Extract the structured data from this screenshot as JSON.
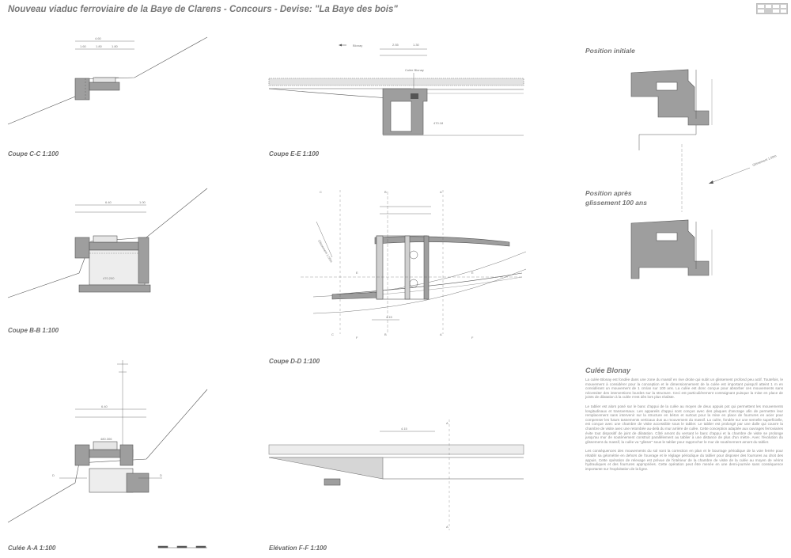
{
  "title": "Nouveau viaduc ferroviaire de la Baye de Clarens - Concours - Devise: \"La Baye des bois\"",
  "drawings": {
    "coupe_cc": "Coupe C-C 1:100",
    "coupe_ee": "Coupe E-E 1:100",
    "coupe_bb": "Coupe B-B 1:100",
    "coupe_dd": "Coupe D-D 1:100",
    "culee_aa": "Culée A-A 1:100",
    "elevation_ff": "Elévation F-F 1:100"
  },
  "right_panel": {
    "position_initiale": "Position initiale",
    "position_apres_1": "Position après",
    "position_apres_2": "glissement 100 ans",
    "glissement": "Glissement 1.00m"
  },
  "labels": {
    "blonay_arrow": "Blonay",
    "culee_blonay_tag": "Culée Blonay",
    "glissement_dd": "Glissement 1.00m"
  },
  "section": {
    "heading": "Culée Blonay",
    "paragraphs": [
      "La culée Blonay est fondée dans une zone du massif en rive droite qui subit un glissement profond peu actif. Toutefois, le mouvement à considérer pour la conception et le dimensionnement de la culée est important puisqu'il atteint 1 m en considérant un mouvement de 1 cm/an sur 100 ans. La culée est donc conçue pour absorber ces mouvements sans nécessiter des interventions lourdes sur la structure. Ceci est particulièrement contraignant puisque la mise en place de joints de dilatation à la culée n'est dès lors plus réaliste.",
      "Le tablier est alors posé sur le banc d'appui de la culée au moyen de deux appuis pot qui permettent les mouvements longitudinaux et transversaux. Les appareils d'appui sont conçus avec des plaques d'ancrage afin de permettre leur remplacement sans intervenir sur la structure en béton et surtout pour la mise en place de fourrures en acier pour compenser les futurs tassements verticaux dus au mouvement du massif. La culée, fondée sur une semelle superficielle, est conçue avec une chambre de visite accessible sous le tablier. Le tablier est prolongé par une dalle qui couvre la chambre de visite avec une retombée au-delà du mur arrière de culée. Cette conception adaptée aux ouvrages ferroviaires évite tout dispositif de joint de dilatation. Côté amont du versant le banc d'appui et la chambre de visite se prolonge jusqu'au mur de soutènement construit parallèlement au tablier à une distance de plus d'un mètre. Avec l'évolution du glissement du massif, la culée va \"glisser\" sous le tablier pour rapprocher le mur de soutènement amont du tablier.",
      "Les conséquences des mouvements du sol sont la correction en plan et le bourrage périodique de la voie ferrée pour rétablir sa géométrie en dehors de l'ouvrage et le réglage périodique du tablier pour disposer des fourrures au droit des appuis. Cette opération de relevage est prévue de l'intérieur de la chambre de visite de la culée au moyen de vérins hydrauliques et des fourrures appropriées. Cette opération peut être menée en une demi-journée sans conséquence importante sur l'exploitation de la ligne."
    ]
  },
  "colors": {
    "concrete": "#9e9e9e",
    "concrete_light": "#d8d8d8",
    "line": "#555555",
    "text": "#777777"
  }
}
